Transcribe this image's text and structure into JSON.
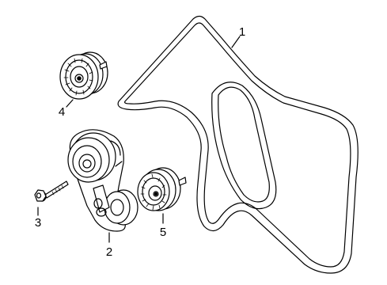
{
  "diagram": {
    "callouts": [
      {
        "id": "1",
        "label": "1",
        "part": "serpentine-belt"
      },
      {
        "id": "2",
        "label": "2",
        "part": "belt-tensioner"
      },
      {
        "id": "3",
        "label": "3",
        "part": "tensioner-bolt"
      },
      {
        "id": "4",
        "label": "4",
        "part": "idler-pulley-upper"
      },
      {
        "id": "5",
        "label": "5",
        "part": "idler-pulley-lower"
      }
    ],
    "colors": {
      "line": "#000000",
      "fill": "#ffffff",
      "shade": "#d9d9d9"
    }
  }
}
